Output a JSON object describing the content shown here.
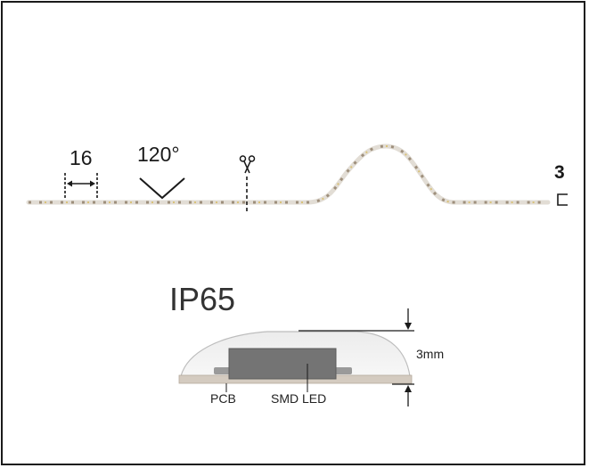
{
  "strip": {
    "pitch_value": "16",
    "beam_angle": "120°",
    "side_label": "3",
    "scissors_icon": "scissors-icon"
  },
  "profile": {
    "rating": "IP65",
    "height_label": "3mm",
    "pcb_label": "PCB",
    "led_label": "SMD LED"
  },
  "colors": {
    "frame": "#1a1a1a",
    "strip": "#d8d2c8",
    "led": "#c9b8a0",
    "chip": "#6e6e6e",
    "pcb": "#c8bfb4"
  }
}
